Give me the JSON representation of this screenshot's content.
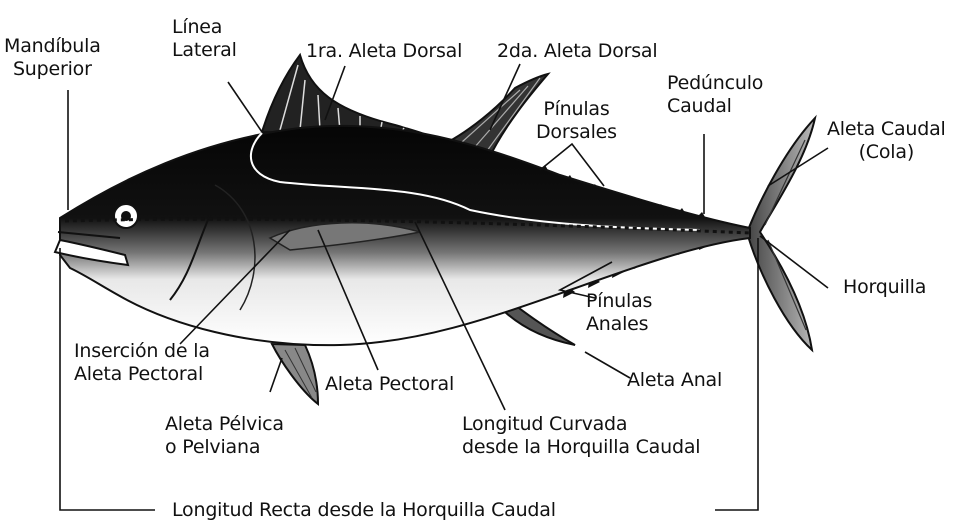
{
  "labels": {
    "mandibula": [
      "Mandíbula",
      "Superior"
    ],
    "linea_lateral": [
      "Línea",
      "Lateral"
    ],
    "aleta_dorsal_1": "1ra. Aleta Dorsal",
    "aleta_dorsal_2": "2da. Aleta Dorsal",
    "pedunculo": [
      "Pedúnculo",
      "Caudal"
    ],
    "pinulas_dorsales": [
      "Pínulas",
      "Dorsales"
    ],
    "aleta_caudal": [
      "Aleta Caudal",
      "(Cola)"
    ],
    "horquilla": "Horquilla",
    "pinulas_anales": [
      "Pínulas",
      "Anales"
    ],
    "insercion_pectoral": [
      "Inserción de la",
      "Aleta Pectoral"
    ],
    "aleta_pectoral": "Aleta Pectoral",
    "aleta_anal": "Aleta Anal",
    "aleta_pelvica": [
      "Aleta Pélvica",
      "o Pelviana"
    ],
    "longitud_curvada": [
      "Longitud Curvada",
      "desde la Horquilla Caudal"
    ],
    "longitud_recta": "Longitud Recta desde la Horquilla Caudal"
  },
  "colors": {
    "ink": "#111111",
    "fish_dark": "#0b0b0b",
    "fish_light": "#ffffff"
  }
}
